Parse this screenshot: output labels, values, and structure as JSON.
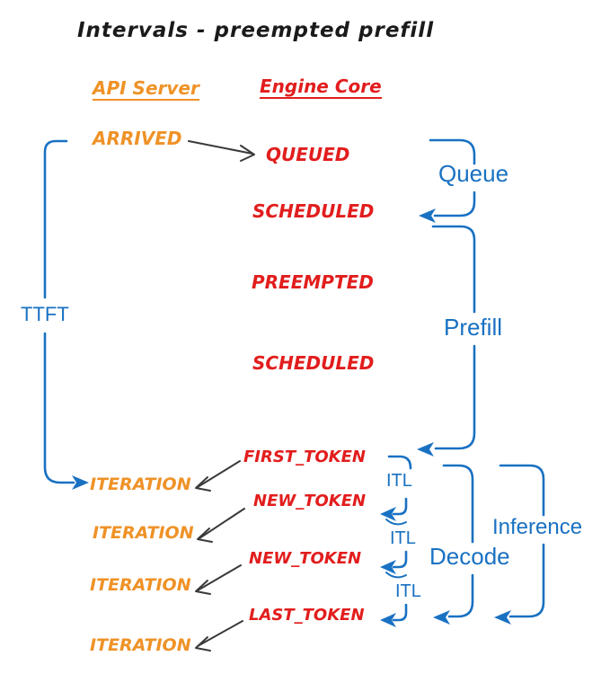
{
  "title": "Intervals - preempted prefill",
  "columns": {
    "api_server": "API Server",
    "engine_core": "Engine Core"
  },
  "api_events": {
    "arrived": "ARRIVED",
    "iteration1": "ITERATION",
    "iteration2": "ITERATION",
    "iteration3": "ITERATION",
    "iteration4": "ITERATION"
  },
  "engine_events": {
    "queued": "QUEUED",
    "scheduled1": "SCHEDULED",
    "preempted": "PREEMPTED",
    "scheduled2": "SCHEDULED",
    "first_token": "FIRST_TOKEN",
    "new_token1": "NEW_TOKEN",
    "new_token2": "NEW_TOKEN",
    "last_token": "LAST_TOKEN"
  },
  "intervals": {
    "ttft": "TTFT",
    "queue": "Queue",
    "prefill": "Prefill",
    "itl1": "ITL",
    "itl2": "ITL",
    "itl3": "ITL",
    "decode": "Decode",
    "inference": "Inference"
  },
  "colors": {
    "orange": "#ef9227",
    "red": "#e21d1d",
    "blue": "#1971c2",
    "ink": "#1a1a1a",
    "arrow": "#3a3a3a"
  }
}
